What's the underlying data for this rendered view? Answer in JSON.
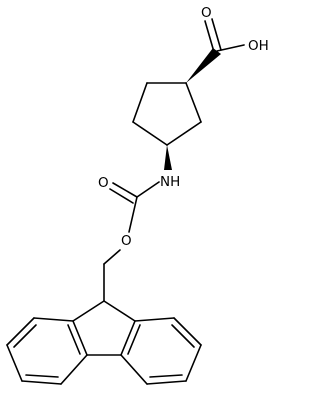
{
  "molecule": {
    "atoms": {
      "carbonyl_o_acid": "O",
      "hydroxyl": "OH",
      "amide_nh": "NH",
      "carbonyl_o_carbamate": "O",
      "ester_o": "O"
    }
  },
  "colors": {
    "ink": "#000000",
    "background": "#ffffff"
  }
}
